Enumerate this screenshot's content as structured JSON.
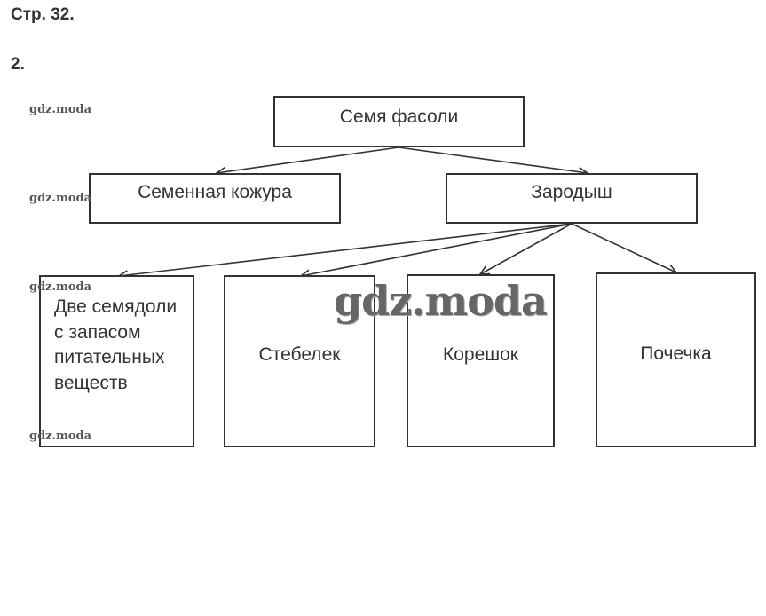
{
  "page": {
    "title": "Стр. 32.",
    "task_number": "2."
  },
  "diagram": {
    "root": "Семя фасоли",
    "level1": {
      "left": "Семенная кожура",
      "right": "Зародыш"
    },
    "level2": {
      "cotyledons": "Две семядоли с запасом питательных веществ",
      "stem": "Стебелек",
      "root": "Корешок",
      "bud": "Почечка"
    }
  },
  "watermark": {
    "small": "gdz.moda",
    "large": "gdz.moda"
  },
  "colors": {
    "line": "#333333",
    "text": "#333333",
    "background": "#ffffff"
  }
}
